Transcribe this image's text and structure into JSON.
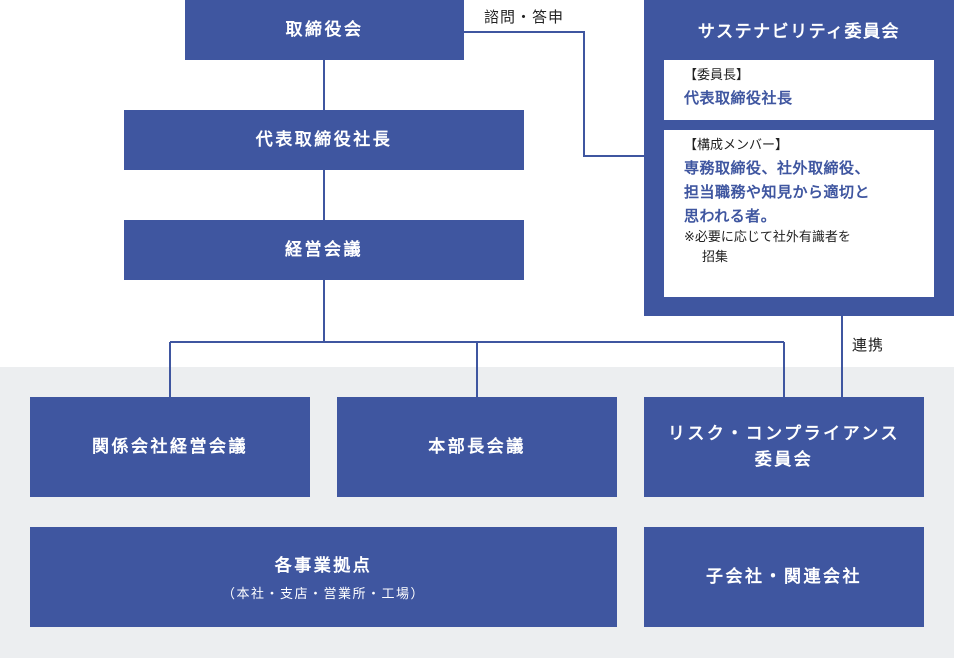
{
  "colors": {
    "box": "#3f56a0",
    "band": "#eceef0",
    "line": "#3f56a0"
  },
  "nodes": {
    "board": "取締役会",
    "president": "代表取締役社長",
    "management_meeting": "経営会議",
    "affiliate_meeting": "関係会社経営会議",
    "division_heads": "本部長会議",
    "risk_compliance_line1": "リスク・コンプライアンス",
    "risk_compliance_line2": "委員会",
    "business_sites": "各事業拠点",
    "business_sites_sub": "（本社・支店・営業所・工場）",
    "subsidiaries": "子会社・関連会社"
  },
  "sustainability": {
    "title": "サステナビリティ委員会",
    "chair_head": "【委員長】",
    "chair_body": "代表取締役社長",
    "members_head": "【構成メンバー】",
    "members_body_1": "専務取締役、社外取締役、",
    "members_body_2": "担当職務や知見から適切と",
    "members_body_3": "思われる者。",
    "note_1": "※必要に応じて社外有識者を",
    "note_2": "招集"
  },
  "labels": {
    "consult": "諮問・答申",
    "liaison": "連携"
  }
}
